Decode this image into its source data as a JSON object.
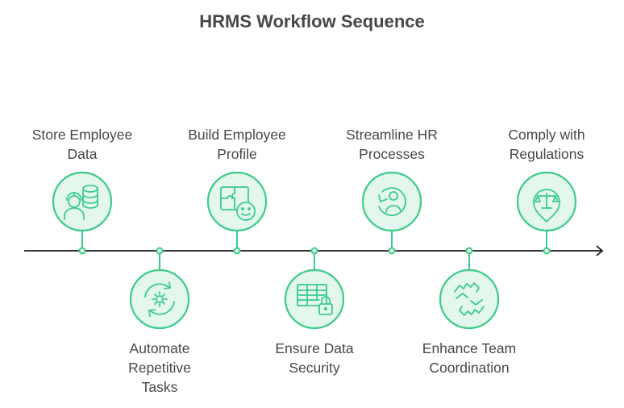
{
  "title": "HRMS Workflow Sequence",
  "colors": {
    "accent": "#3dcb8b",
    "accent_fill": "#e3f7ec",
    "axis": "#1a1a1a",
    "text": "#474747"
  },
  "steps": [
    {
      "lines": [
        "Store Employee",
        "Data"
      ],
      "icon": "employee-database-icon"
    },
    {
      "lines": [
        "Automate",
        "Repetitive",
        "Tasks"
      ],
      "icon": "automation-gear-icon"
    },
    {
      "lines": [
        "Build Employee",
        "Profile"
      ],
      "icon": "profile-puzzle-icon"
    },
    {
      "lines": [
        "Ensure Data",
        "Security"
      ],
      "icon": "secure-table-icon"
    },
    {
      "lines": [
        "Streamline HR",
        "Processes"
      ],
      "icon": "process-refresh-user-icon"
    },
    {
      "lines": [
        "Enhance Team",
        "Coordination"
      ],
      "icon": "team-hands-icon"
    },
    {
      "lines": [
        "Comply with",
        "Regulations"
      ],
      "icon": "compliance-scales-icon"
    }
  ]
}
